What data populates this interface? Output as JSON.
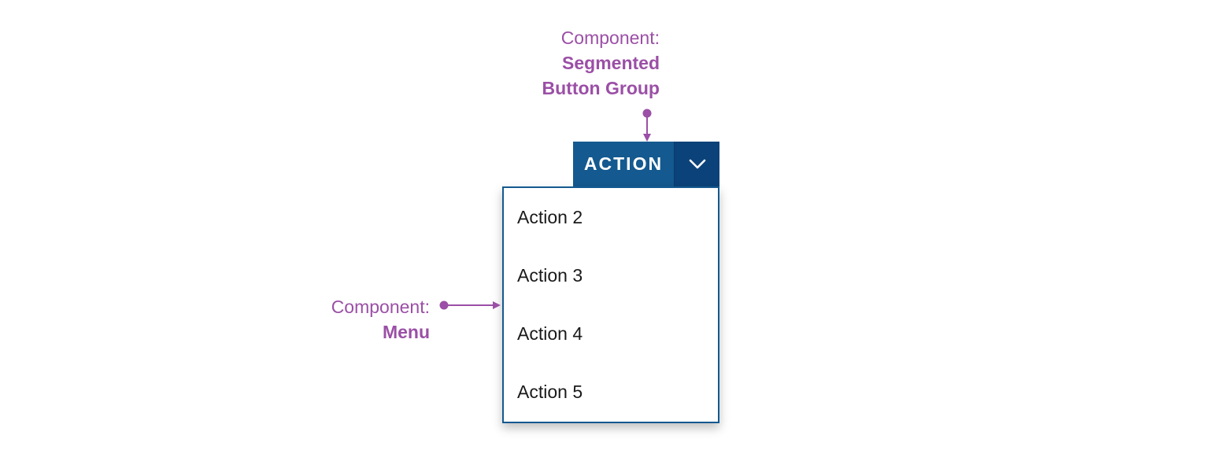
{
  "annotations": {
    "top": {
      "prefix": "Component:",
      "line1": "Segmented",
      "line2": "Button Group"
    },
    "left": {
      "prefix": "Component:",
      "name": "Menu"
    }
  },
  "split_button": {
    "label": "ACTION",
    "toggle_icon": "chevron-down-icon"
  },
  "menu": {
    "items": [
      {
        "label": "Action 2"
      },
      {
        "label": "Action 3"
      },
      {
        "label": "Action 4"
      },
      {
        "label": "Action 5"
      }
    ]
  },
  "colors": {
    "annotation": "#9b4fa6",
    "primary": "#14598f",
    "primary_dark": "#0b4279",
    "menu_border": "#14598f",
    "text": "#1a1a1a"
  }
}
